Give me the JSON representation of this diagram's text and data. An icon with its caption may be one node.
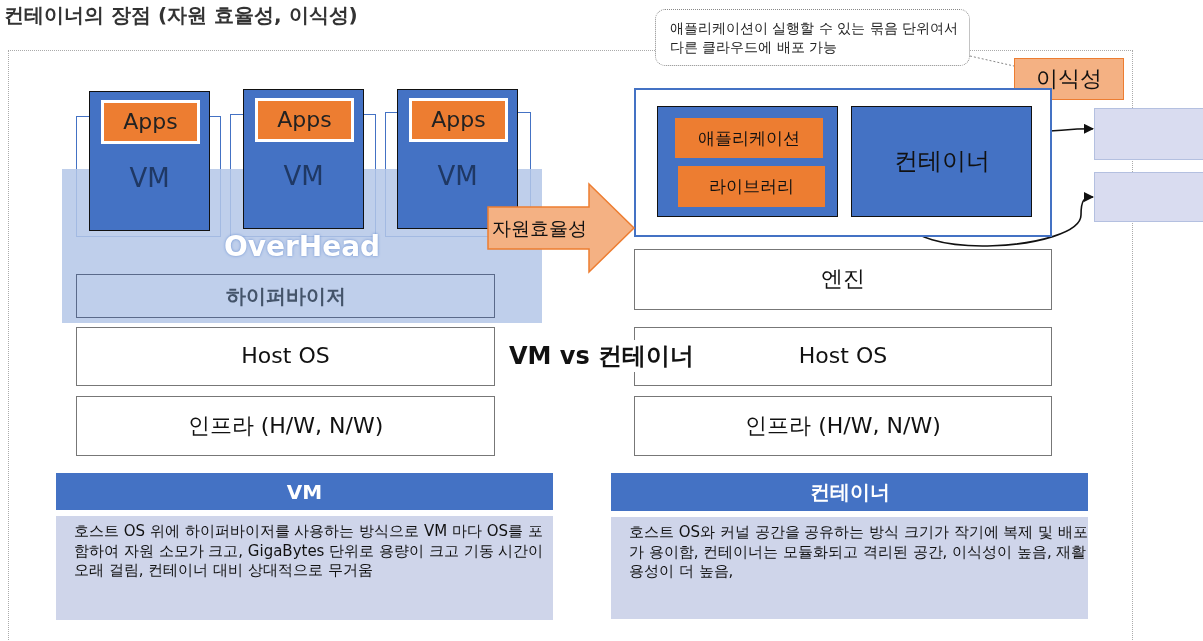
{
  "diagram": {
    "title": "컨테이너의 장점 (자원 효율성, 이식성)",
    "nodes": [
      {
        "text": [
          "VM"
        ]
      },
      {
        "text": [
          "Apps"
        ],
        "in": 0
      },
      {
        "text": [
          "VM"
        ]
      },
      {
        "text": [
          "Apps"
        ],
        "in": 2
      },
      {
        "text": [
          "VM"
        ]
      },
      {
        "text": [
          "Apps"
        ],
        "in": 4
      },
      {
        "text": [
          "OverHead"
        ]
      },
      {
        "text": [
          "하이퍼바이저"
        ],
        "in": 6
      },
      {
        "text": [
          "Host OS"
        ]
      },
      {
        "text": [
          "인프라 (H/W, N/W)"
        ]
      },
      {
        "text": [
          "애플리케이션이 실행할 수 있는 묶음 단위여서 다른 클라우드에 배포 가능"
        ]
      },
      {
        "text": [
          "이식성"
        ]
      },
      {
        "text": [],
        "shape": "box"
      },
      {
        "text": [],
        "shape": "box",
        "in": 12
      },
      {
        "text": [
          "애플리케이션"
        ],
        "in": 13
      },
      {
        "text": [
          "라이브러리"
        ],
        "in": 13
      },
      {
        "text": [
          "컨테이너"
        ],
        "in": 12
      },
      {
        "text": [],
        "shape": "box"
      },
      {
        "text": [],
        "shape": "box"
      },
      {
        "text": [
          "엔진"
        ]
      },
      {
        "text": [
          "Host OS"
        ]
      },
      {
        "text": [
          "인프라 (H/W, N/W)"
        ]
      },
      {
        "text": [
          "VM"
        ]
      },
      {
        "text": [
          "호스트 OS 위에 하이퍼바이저를 사용하는 방식으로 VM 마다 OS를 포함하여 자원 소모가 크고, GigaBytes 단위로 용량이 크고 기동 시간이 오래 걸림, 컨테이너 대비 상대적으로 무거움"
        ]
      },
      {
        "text": [
          "컨테이너"
        ]
      },
      {
        "text": [
          "호스트 OS와 커널 공간을 공유하는 방식 크기가 작기에 복제 및 배포가 용이함, 컨테이너는 모듈화되고 격리된 공간, 이식성이 높음, 재활용성이 더 높음,"
        ]
      }
    ],
    "edges": [
      {
        "from": 10,
        "to": 11,
        "arrow": "none",
        "style": "dashed",
        "color": "#888888"
      },
      {
        "from": 16,
        "to": 17,
        "arrow": "to"
      },
      {
        "from": 16,
        "to": 18,
        "arrow": "to"
      },
      {
        "from": 6,
        "to": 12,
        "arrow": "to",
        "label": "자원효율성",
        "style": "thick",
        "color": "#f4b183"
      }
    ],
    "labels": [
      "VM vs 컨테이너"
    ]
  }
}
